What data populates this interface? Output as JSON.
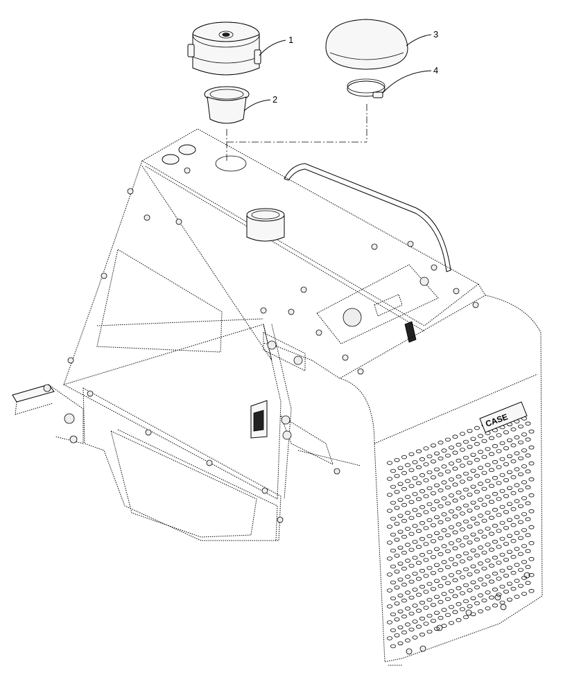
{
  "callouts": [
    {
      "id": "1",
      "label": "1"
    },
    {
      "id": "2",
      "label": "2"
    },
    {
      "id": "3",
      "label": "3"
    },
    {
      "id": "4",
      "label": "4"
    }
  ],
  "logo_text": "CASE"
}
